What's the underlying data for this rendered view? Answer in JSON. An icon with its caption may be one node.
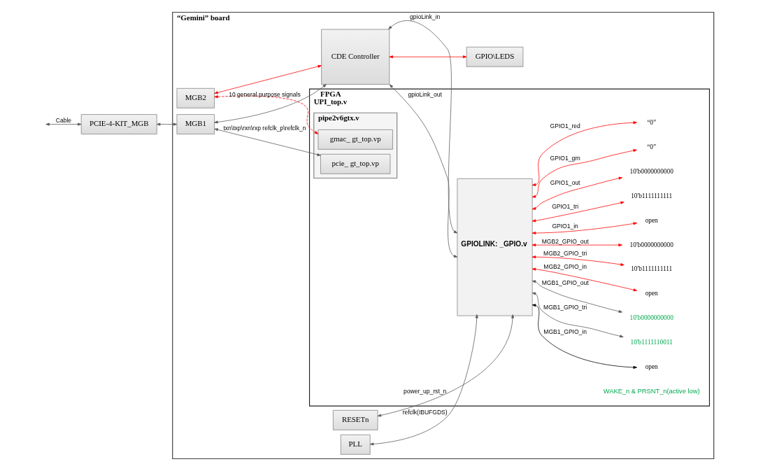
{
  "diagram": {
    "nodes": [
      {
        "text": [
          "“Gemini” board"
        ]
      },
      {
        "text": [
          "FPGA",
          "UPI_top.v"
        ],
        "in": 0
      },
      {
        "text": [
          "PCIE-4-KIT_MGB"
        ]
      },
      {
        "text": [
          "GPIO\\LEDS"
        ],
        "in": 0
      },
      {
        "text": [
          "MGB2"
        ],
        "in": 0
      },
      {
        "text": [
          "MGB1"
        ],
        "in": 0
      },
      {
        "text": [
          "CDE Controller"
        ],
        "in": 0
      },
      {
        "text": [
          "PLL"
        ],
        "in": 0
      },
      {
        "text": [
          "RESETn"
        ],
        "in": 0
      },
      {
        "text": [
          "GPIOLINK: _GPIO.v"
        ],
        "in": 1
      },
      {
        "text": [
          "pipe2v6gtx.v"
        ],
        "in": 1
      },
      {
        "text": [
          "gmac_ gt_top.vp"
        ],
        "in": 10
      },
      {
        "text": [
          "pcie_ gt_top.vp"
        ],
        "in": 10
      },
      {
        "text": [
          "“0”"
        ],
        "in": 1
      },
      {
        "text": [
          "“0”"
        ],
        "in": 1
      },
      {
        "text": [
          "10'b0000000000"
        ],
        "in": 1
      },
      {
        "text": [
          "10'b1111111111"
        ],
        "in": 1
      },
      {
        "text": [
          "open"
        ],
        "in": 1
      },
      {
        "text": [
          "10'b0000000000"
        ],
        "in": 1
      },
      {
        "text": [
          "10'b1111111111"
        ],
        "in": 1
      },
      {
        "text": [
          "open"
        ],
        "in": 1
      },
      {
        "text": [
          "10'b0000000000"
        ],
        "in": 1
      },
      {
        "text": [
          "10'b1111110011"
        ],
        "in": 1
      },
      {
        "text": [
          "open"
        ],
        "in": 1
      }
    ],
    "edges": [
      {
        "from": null,
        "to": 2,
        "arrow": "both",
        "label": "Cable",
        "color": "#595959"
      },
      {
        "from": 2,
        "to": 5,
        "arrow": "both",
        "color": "#595959"
      },
      {
        "from": 6,
        "to": 3,
        "arrow": "both",
        "color": "#ff0000"
      },
      {
        "from": 4,
        "to": 6,
        "arrow": "both",
        "color": "#ff0000"
      },
      {
        "from": 5,
        "to": 6,
        "arrow": "both",
        "label": "10 general purpose signals",
        "color": "#595959"
      },
      {
        "from": 6,
        "to": 9,
        "arrow": "both",
        "label": "gpioLink_in",
        "color": "#595959"
      },
      {
        "from": 6,
        "to": 9,
        "arrow": "both",
        "label": "gpioLink_out",
        "color": "#595959"
      },
      {
        "from": 7,
        "to": 9,
        "arrow": "both",
        "label": "refclk(IBUFGDS)",
        "color": "#595959"
      },
      {
        "from": 8,
        "to": 9,
        "arrow": "both",
        "label": "power_up_rst_n",
        "color": "#595959"
      },
      {
        "from": 5,
        "to": 12,
        "arrow": "both",
        "label": "txn\\txp\\rxn\\rxp refclk_p\\refclk_n",
        "color": "#595959"
      },
      {
        "from": 4,
        "to": 11,
        "arrow": "both",
        "style": "dashed",
        "color": "#ff0000"
      },
      {
        "from": 9,
        "to": 13,
        "arrow": "both",
        "label": "GPIO1_red",
        "color": "#ff0000"
      },
      {
        "from": 9,
        "to": 14,
        "arrow": "both",
        "label": "GPIO1_grn",
        "color": "#ff0000"
      },
      {
        "from": 9,
        "to": 15,
        "arrow": "both",
        "label": "GPIO1_out",
        "color": "#ff0000"
      },
      {
        "from": 9,
        "to": 16,
        "arrow": "both",
        "label": "GPIO1_tri",
        "color": "#ff0000"
      },
      {
        "from": 9,
        "to": 17,
        "arrow": "both",
        "label": "GPIO1_in",
        "color": "#ff0000"
      },
      {
        "from": 9,
        "to": 18,
        "arrow": "both",
        "label": "MGB2_GPIO_out",
        "color": "#ff0000"
      },
      {
        "from": 9,
        "to": 19,
        "arrow": "both",
        "label": "MGB2_GPIO_tri",
        "color": "#ff0000"
      },
      {
        "from": 9,
        "to": 20,
        "arrow": "both",
        "label": "MGB2_GPIO_in",
        "color": "#ff0000"
      },
      {
        "from": 9,
        "to": 21,
        "arrow": "both",
        "label": "MGB1_GPIO_out",
        "color": "#595959"
      },
      {
        "from": 9,
        "to": 22,
        "arrow": "both",
        "label": "MGB1_GPIO_tri",
        "color": "#595959"
      },
      {
        "from": 9,
        "to": 23,
        "arrow": "both",
        "label": "MGB1_GPIO_in",
        "color": "#000000"
      }
    ],
    "labels": [
      "WAKE_n & PRSNT_n(active low)"
    ]
  }
}
